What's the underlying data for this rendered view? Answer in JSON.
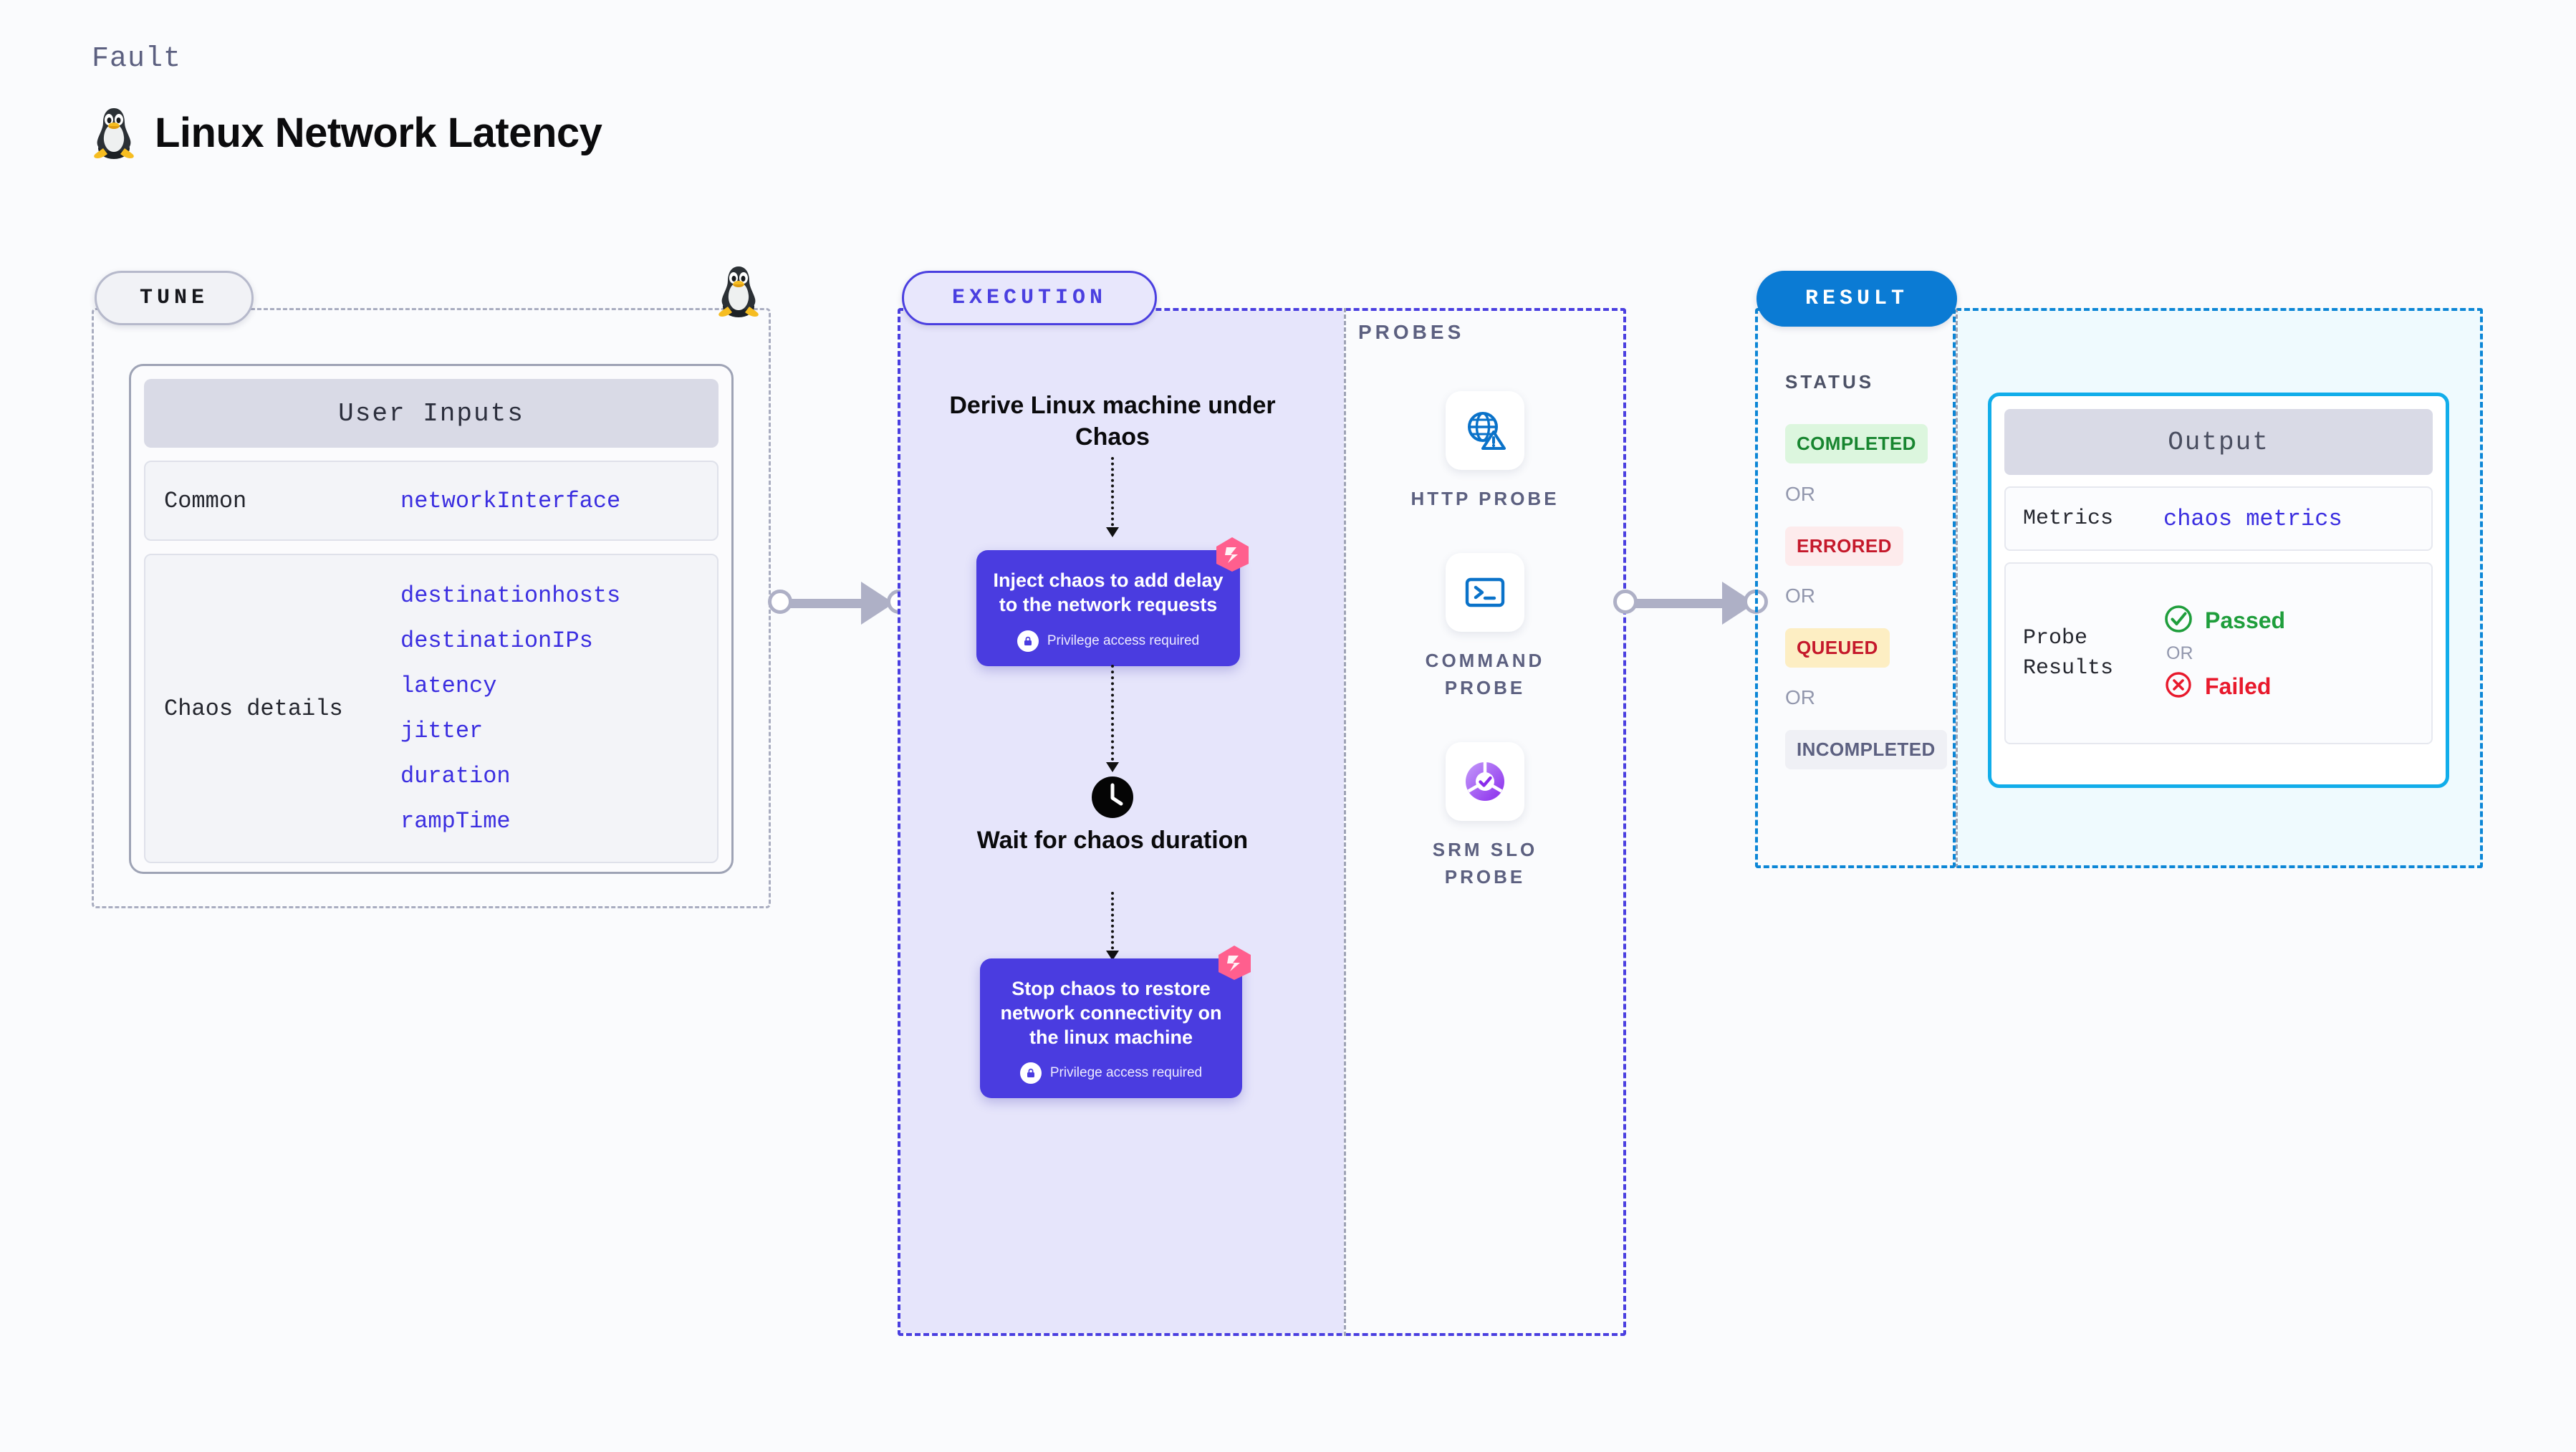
{
  "header": {
    "kicker": "Fault",
    "title": "Linux Network Latency",
    "icon": "linux-penguin-icon"
  },
  "tune": {
    "pill_label": "TUNE",
    "card_title": "User Inputs",
    "rows": [
      {
        "key": "Common",
        "values": [
          "networkInterface"
        ]
      },
      {
        "key": "Chaos details",
        "values": [
          "destinationhosts",
          "destinationIPs",
          "latency",
          "jitter",
          "duration",
          "rampTime"
        ]
      }
    ]
  },
  "execution": {
    "pill_label": "EXECUTION",
    "steps": {
      "derive": "Derive Linux machine under Chaos",
      "inject": "Inject chaos to add delay to the network requests",
      "wait": "Wait for chaos duration",
      "stop": "Stop chaos to restore network connectivity on the linux machine"
    },
    "privilege_note": "Privilege access required"
  },
  "probes": {
    "label": "PROBES",
    "items": [
      {
        "name": "HTTP PROBE",
        "icon": "globe-warning-icon"
      },
      {
        "name": "COMMAND PROBE",
        "icon": "terminal-icon"
      },
      {
        "name": "SRM SLO PROBE",
        "icon": "slo-donut-check-icon"
      }
    ]
  },
  "result": {
    "pill_label": "RESULT",
    "status_label": "STATUS",
    "or_label": "OR",
    "statuses": [
      {
        "label": "COMPLETED",
        "color": "#17852f",
        "bg": "#dcf6de"
      },
      {
        "label": "ERRORED",
        "color": "#c5192b",
        "bg": "#fdebec"
      },
      {
        "label": "QUEUED",
        "color": "#c5192b",
        "bg": "#fdeec3"
      },
      {
        "label": "INCOMPLETED",
        "color": "#5c6080",
        "bg": "#eff0f5"
      }
    ],
    "output": {
      "title": "Output",
      "metrics_key": "Metrics",
      "metrics_value": "chaos metrics",
      "probe_key": "Probe Results",
      "passed": "Passed",
      "failed": "Failed",
      "or_label": "OR"
    }
  },
  "colors": {
    "accent_purple": "#4a3ce0",
    "accent_blue": "#0b7bd4",
    "output_border": "#11adea",
    "pink_logo": "#ff5f8e"
  }
}
